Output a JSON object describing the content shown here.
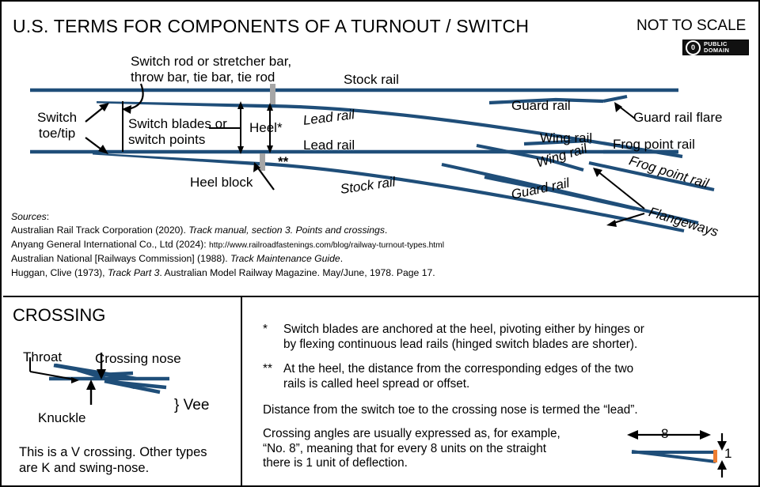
{
  "header": {
    "title": "U.S. TERMS FOR COMPONENTS OF A TURNOUT / SWITCH",
    "not_to_scale": "NOT TO SCALE",
    "badge": {
      "mark": "0",
      "line1": "PUBLIC",
      "line2": "DOMAIN"
    }
  },
  "diagram": {
    "labels": {
      "switch_rod": "Switch rod or stretcher bar,",
      "switch_rod2": "throw bar, tie bar, tie rod",
      "stock_rail_top": "Stock rail",
      "switch_toe": "Switch",
      "switch_toe2": "toe/tip",
      "switch_blades": "Switch blades or",
      "switch_blades2": "switch points",
      "heel": "Heel*",
      "heel_block": "Heel block",
      "double_star": "**",
      "lead_rail_1": "Lead rail",
      "lead_rail_2": "Lead rail",
      "stock_rail_bottom": "Stock rail",
      "guard_rail_top": "Guard rail",
      "guard_rail_bottom": "Guard rail",
      "wing_rail_top": "Wing rail",
      "wing_rail_bottom": "Wing rail",
      "guard_rail_flare": "Guard rail flare",
      "frog_point_rail_1": "Frog point rail",
      "frog_point_rail_2": "Frog point rail",
      "flangeways": "Flangeways"
    }
  },
  "sources": {
    "heading": "Sources",
    "heading_colon": ":",
    "items": [
      {
        "plain": "Australian Rail Track Corporation (2020). ",
        "italic": "Track manual, section 3. Points and crossings",
        "tail": "."
      },
      {
        "plain": "Anyang General International Co., Ltd (2024): ",
        "url": "http://www.railroadfastenings.com/blog/railway-turnout-types.html",
        "tail": ""
      },
      {
        "plain": "Australian National [Railways Commission] (1988). ",
        "italic": "Track Maintenance Guide",
        "tail": "."
      },
      {
        "plain": "Huggan, Clive (1973), ",
        "italic": "Track Part 3",
        "tail": ". Australian Model Railway Magazine. May/June, 1978. Page 17."
      }
    ]
  },
  "crossing_panel": {
    "title": "CROSSING",
    "labels": {
      "throat": "Throat",
      "crossing_nose": "Crossing nose",
      "knuckle": "Knuckle",
      "vee": "} Vee"
    },
    "caption_line1": "This is a V crossing. Other types",
    "caption_line2": "are K and swing-nose."
  },
  "notes_panel": {
    "notes": [
      {
        "marker": "*",
        "line1": "Switch blades are anchored at the heel, pivoting either by hinges or",
        "line2": "by flexing continuous lead rails (hinged switch blades are shorter)."
      },
      {
        "marker": "**",
        "line1": "At the heel, the distance from the corresponding edges of the two",
        "line2": "rails is called heel spread or offset."
      }
    ],
    "lead_note": "Distance from the switch toe to the crossing nose is termed the “lead”.",
    "angle_note_line1": "Crossing angles are usually expressed as, for example,",
    "angle_note_line2": "“No. 8”, meaning that for every 8 units on the straight",
    "angle_note_line3": "there is 1 unit of deflection.",
    "ratio_diagram": {
      "run_label": "8",
      "rise_label": "1"
    }
  },
  "colors": {
    "rail": "#1F4E79",
    "rail_light": "#2E75B6",
    "tie_bar": "#A6A6A6",
    "accent_orange": "#ED7D31",
    "border": "#000000"
  }
}
